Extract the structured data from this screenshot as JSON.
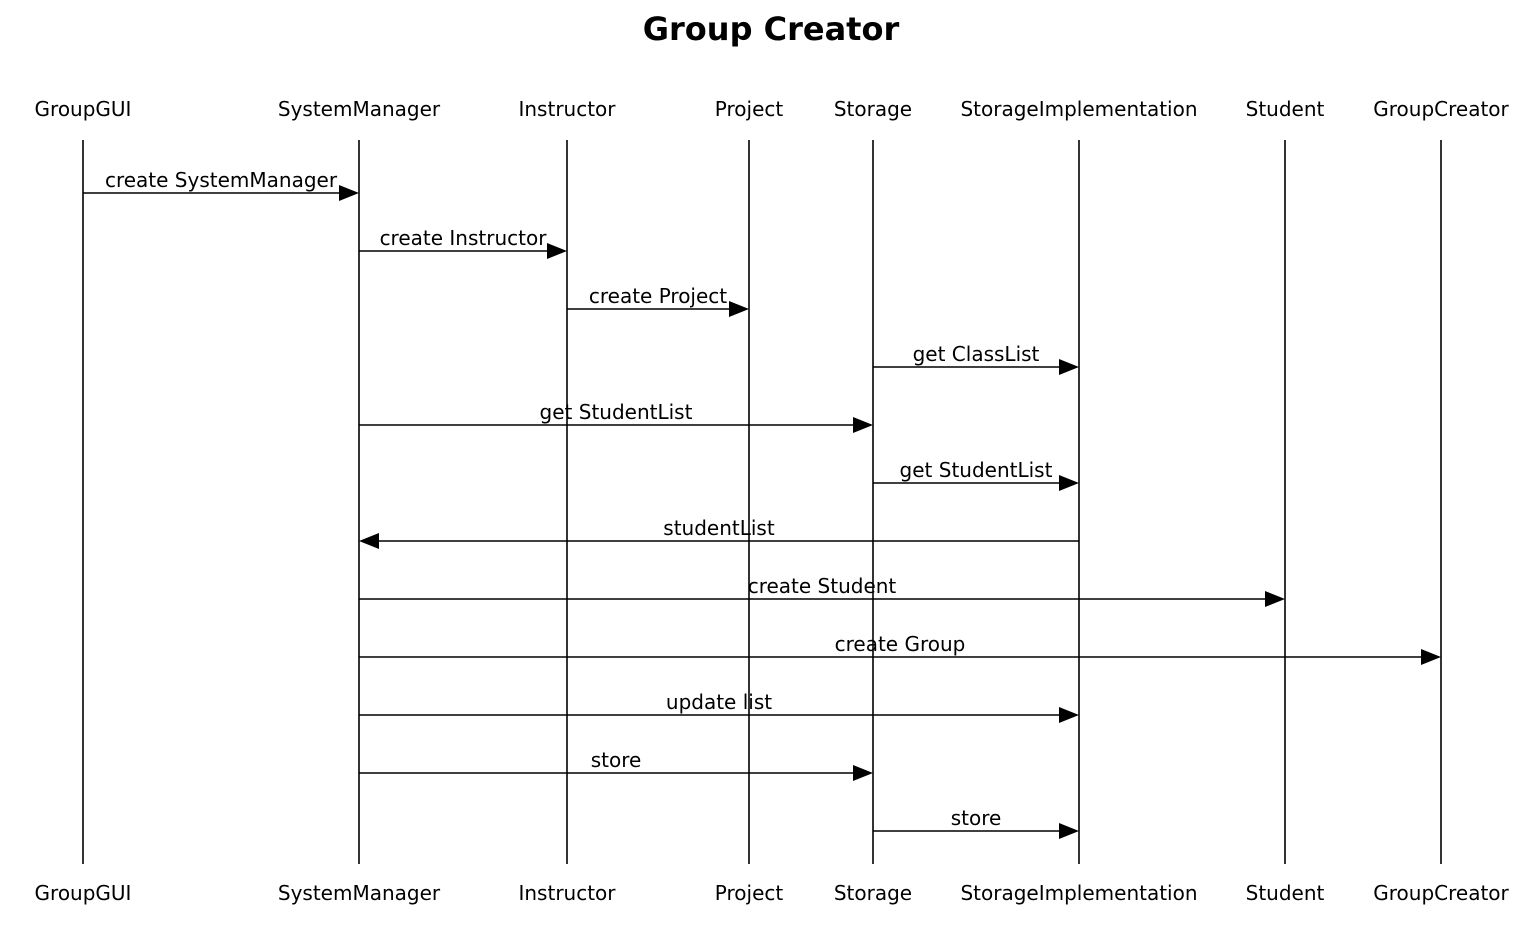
{
  "title": "Group Creator",
  "participants": [
    "GroupGUI",
    "SystemManager",
    "Instructor",
    "Project",
    "Storage",
    "StorageImplementation",
    "Student",
    "GroupCreator"
  ],
  "messages": [
    {
      "label": "create SystemManager",
      "from": 0,
      "to": 1
    },
    {
      "label": "create Instructor",
      "from": 1,
      "to": 2
    },
    {
      "label": "create Project",
      "from": 2,
      "to": 3
    },
    {
      "label": "get ClassList",
      "from": 4,
      "to": 5
    },
    {
      "label": "get StudentList",
      "from": 1,
      "to": 4
    },
    {
      "label": "get StudentList",
      "from": 4,
      "to": 5
    },
    {
      "label": "studentList",
      "from": 5,
      "to": 1
    },
    {
      "label": "create Student",
      "from": 1,
      "to": 6
    },
    {
      "label": "create Group",
      "from": 1,
      "to": 7
    },
    {
      "label": "update list",
      "from": 1,
      "to": 5
    },
    {
      "label": "store",
      "from": 1,
      "to": 4
    },
    {
      "label": "store",
      "from": 4,
      "to": 5
    }
  ]
}
